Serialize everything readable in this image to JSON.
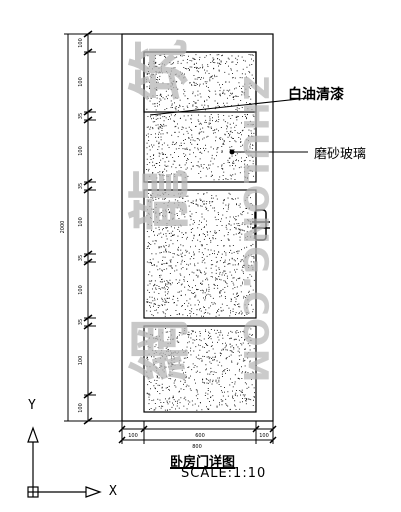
{
  "labels": {
    "finish": "白油清漆",
    "glass": "磨砂玻璃",
    "title": "卧房门详图",
    "scale": "SCALE:1:10"
  },
  "dimensions": {
    "total_height": "2000",
    "left_ticks": [
      "100",
      "100",
      "35",
      "100",
      "35",
      "100",
      "35",
      "100",
      "35",
      "100",
      "100"
    ],
    "bottom_ticks": [
      "100",
      "600",
      "100"
    ],
    "bottom_total": "800"
  },
  "axes": {
    "y": "Y",
    "x": "X"
  },
  "watermark": {
    "cn": "筑龍網",
    "en": "ZHULONG.COM"
  },
  "colors": {
    "line": "#000000",
    "watermark": "#b5b5b5",
    "background": "#ffffff"
  }
}
